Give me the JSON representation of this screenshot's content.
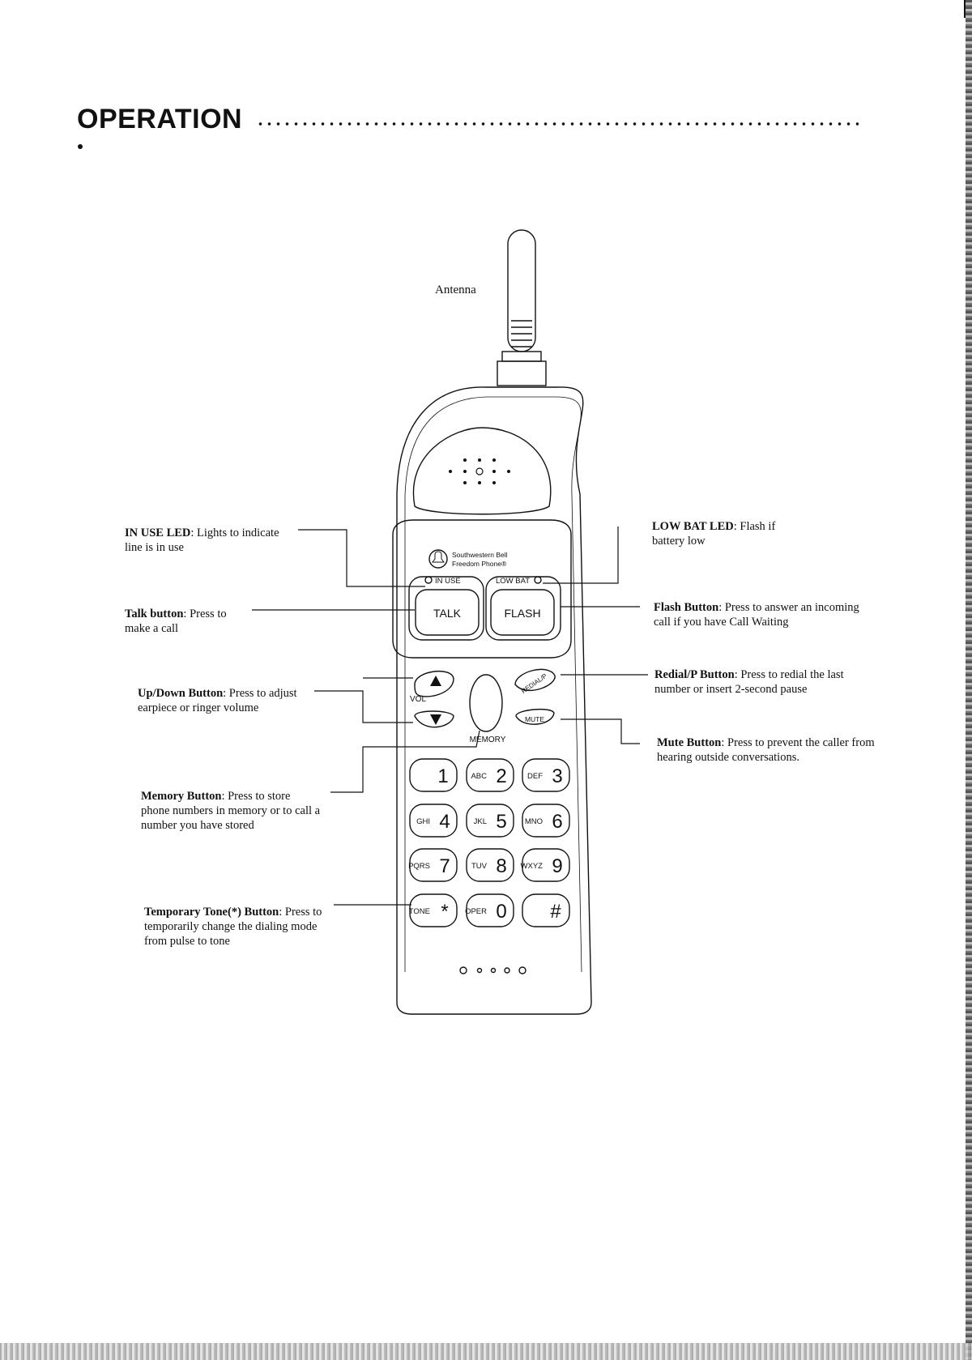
{
  "page": {
    "title": "OPERATION"
  },
  "phone": {
    "antenna_label": "Antenna",
    "brand_line1": "Southwestern Bell",
    "brand_line2": "Freedom Phone®",
    "in_use": "IN USE",
    "low_bat": "LOW BAT",
    "talk": "TALK",
    "flash": "FLASH",
    "vol": "VOL",
    "redial": "REDIAL/P",
    "mute": "MUTE",
    "memory": "MEMORY",
    "keys": [
      {
        "letters": "",
        "digit": "1"
      },
      {
        "letters": "ABC",
        "digit": "2"
      },
      {
        "letters": "DEF",
        "digit": "3"
      },
      {
        "letters": "GHI",
        "digit": "4"
      },
      {
        "letters": "JKL",
        "digit": "5"
      },
      {
        "letters": "MNO",
        "digit": "6"
      },
      {
        "letters": "PQRS",
        "digit": "7"
      },
      {
        "letters": "TUV",
        "digit": "8"
      },
      {
        "letters": "WXYZ",
        "digit": "9"
      },
      {
        "letters": "TONE",
        "digit": "*"
      },
      {
        "letters": "OPER",
        "digit": "0"
      },
      {
        "letters": "",
        "digit": "#"
      }
    ]
  },
  "callouts": {
    "in_use_led": {
      "title": "IN USE LED",
      "text": ": Lights to indicate line is in use"
    },
    "talk": {
      "title": "Talk button",
      "text": ": Press to make a call"
    },
    "updown": {
      "title": "Up/Down Button",
      "text": ": Press to adjust earpiece or ringer volume"
    },
    "memory": {
      "title": "Memory Button",
      "text": ": Press to store phone numbers in memory or to call a number you have stored"
    },
    "tone": {
      "title": "Temporary Tone(*) Button",
      "text": ": Press to temporarily change the dialing mode from pulse to tone"
    },
    "low_bat": {
      "title": "LOW BAT LED",
      "text": ": Flash if battery low"
    },
    "flash": {
      "title": "Flash Button",
      "text": ": Press to answer an incoming call if you have Call Waiting"
    },
    "redial": {
      "title": "Redial/P Button",
      "text": ": Press to redial the last number or insert 2-second pause"
    },
    "mute": {
      "title": "Mute Button",
      "text": ": Press to prevent the caller from hearing outside conversations."
    }
  }
}
